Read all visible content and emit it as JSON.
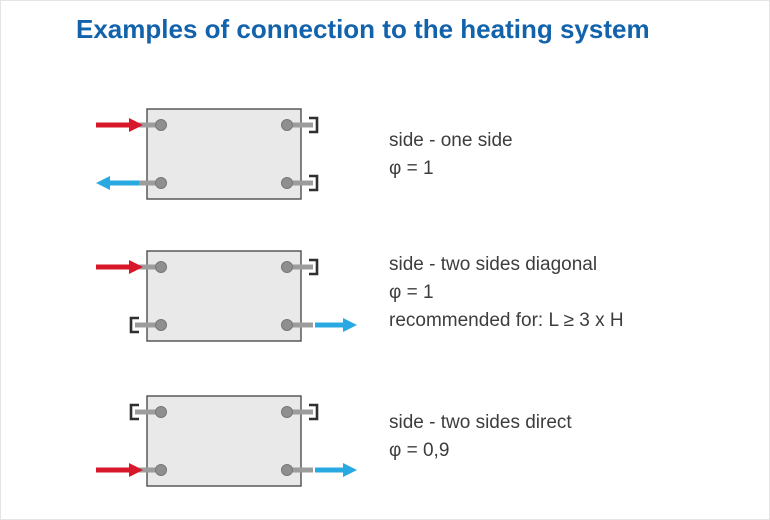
{
  "title": "Examples of connection to the heating system",
  "rows": [
    {
      "label": "side - one side",
      "phi": "φ = 1",
      "diagram": {
        "top_left": "supply-red-arrow-in",
        "top_right": "blanking-cap",
        "bottom_left": "return-blue-arrow-out",
        "bottom_right": "blanking-cap"
      }
    },
    {
      "label": "side - two sides diagonal",
      "phi": "φ = 1",
      "note": "recommended for: L ≥ 3 x H",
      "diagram": {
        "top_left": "supply-red-arrow-in",
        "top_right": "blanking-cap",
        "bottom_left": "blanking-cap",
        "bottom_right": "return-blue-arrow-out"
      }
    },
    {
      "label": "side - two sides direct",
      "phi": "φ = 0,9",
      "diagram": {
        "top_left": "blanking-cap",
        "top_right": "blanking-cap",
        "bottom_left": "supply-red-arrow-in",
        "bottom_right": "return-blue-arrow-out"
      }
    }
  ],
  "colors": {
    "title_blue": "#1263ab",
    "arrow_red": "#d7182a",
    "arrow_blue": "#29a9e1",
    "radiator_fill": "#e9e9e9",
    "radiator_stroke": "#4d4d4d",
    "port_gray": "#8f8f8f",
    "pipe_gray": "#9c9c9c",
    "cap_dark": "#2f2f2f",
    "text_dark": "#3d3d3d",
    "page_bg": "#ffffff"
  }
}
